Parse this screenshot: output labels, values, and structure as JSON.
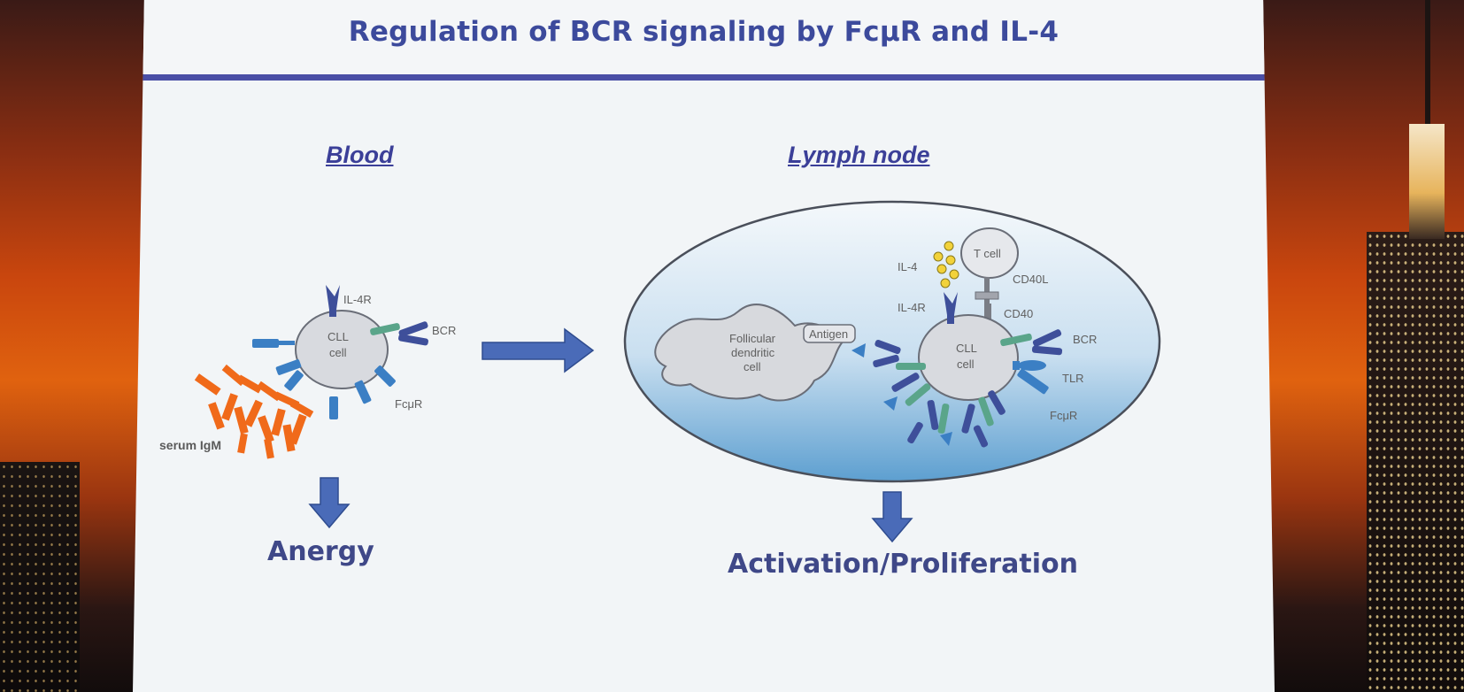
{
  "title": "Regulation of BCR signaling by FcμR and IL-4",
  "sections": {
    "blood": {
      "heading": "Blood",
      "outcome": "Anergy",
      "labels": {
        "il4r": "IL-4R",
        "bcr": "BCR",
        "cll_line1": "CLL",
        "cll_line2": "cell",
        "fcmur": "FcμR",
        "serum_igm": "serum IgM"
      }
    },
    "lymph_node": {
      "heading": "Lymph node",
      "outcome": "Activation/Proliferation",
      "labels": {
        "t_cell": "T cell",
        "il4": "IL-4",
        "cd40l": "CD40L",
        "il4r": "IL-4R",
        "cd40": "CD40",
        "bcr": "BCR",
        "fdc_line1": "Follicular",
        "fdc_line2": "dendritic",
        "fdc_line3": "cell",
        "antigen": "Antigen",
        "cll_line1": "CLL",
        "cll_line2": "cell",
        "tlr": "TLR",
        "fcmur": "FcμR"
      }
    }
  },
  "colors": {
    "title": "#3c4a9c",
    "rule": "#4a4fa6",
    "arrow": "#4a6bb8",
    "receptor_blue": "#3b7fc4",
    "receptor_navy": "#3e4f9a",
    "receptor_teal": "#5aa58a",
    "igm_orange": "#f06a1a",
    "il4_yellow": "#f2d23a"
  }
}
